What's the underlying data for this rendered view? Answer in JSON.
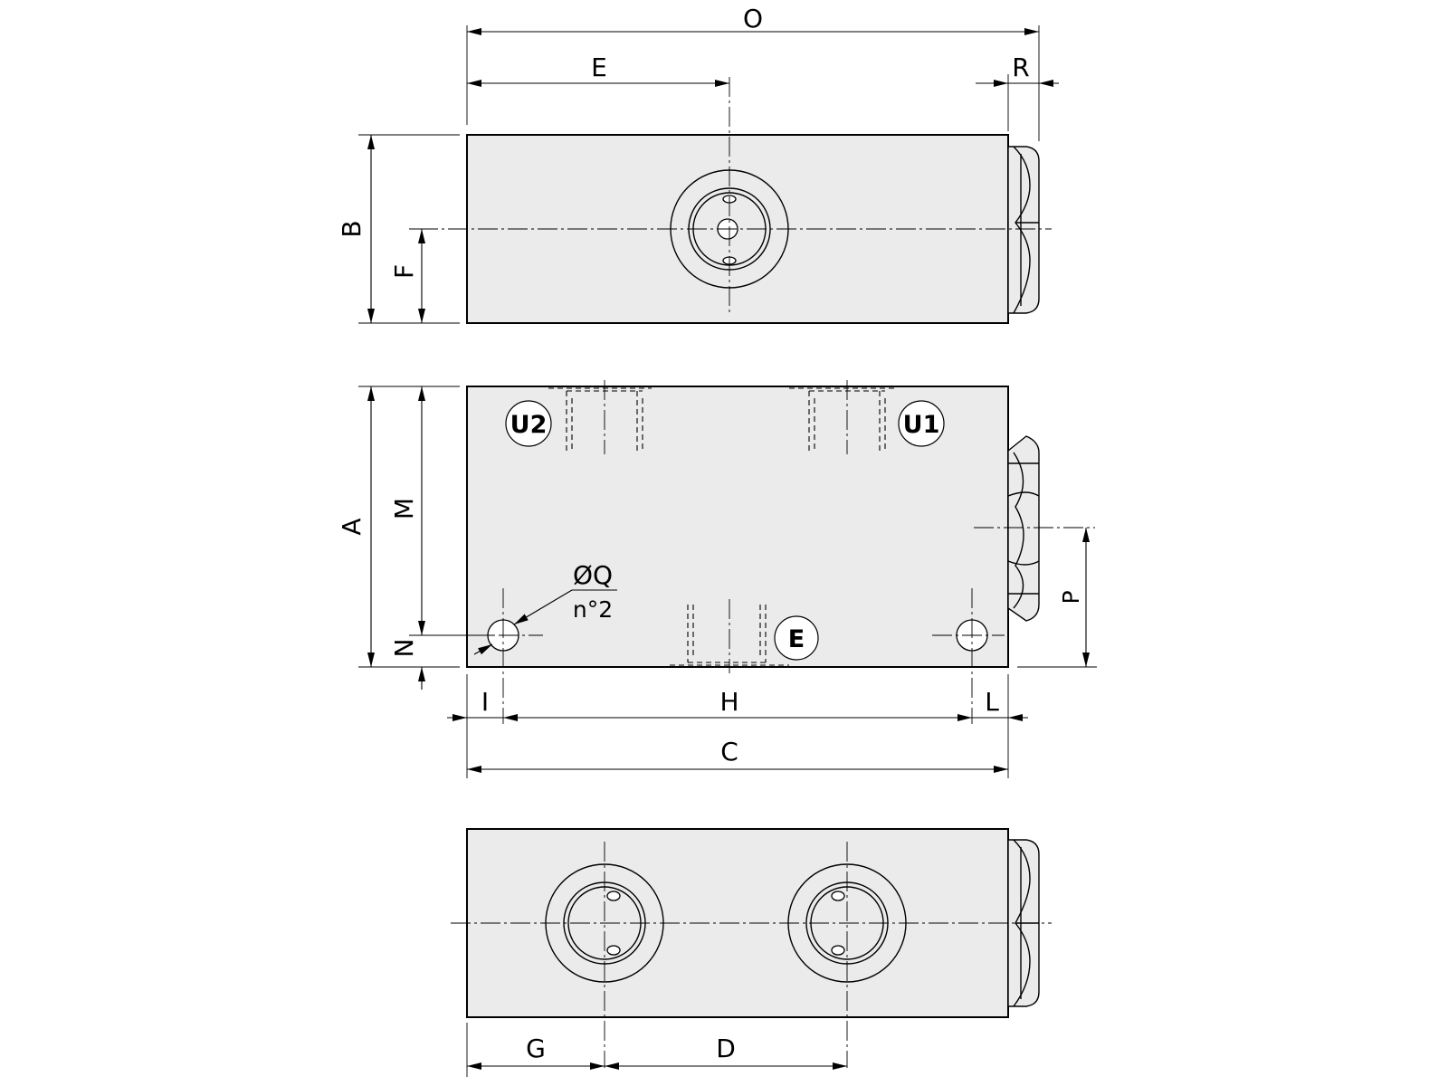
{
  "dimensions": {
    "O": "O",
    "E": "E",
    "R": "R",
    "B": "B",
    "F": "F",
    "A": "A",
    "M": "M",
    "N": "N",
    "P": "P",
    "I": "I",
    "H": "H",
    "L": "L",
    "C": "C",
    "G": "G",
    "D": "D"
  },
  "hole_callout": {
    "diameter": "ØQ",
    "count": "n°2"
  },
  "ports": {
    "u2": "U2",
    "u1": "U1",
    "e": "E"
  }
}
